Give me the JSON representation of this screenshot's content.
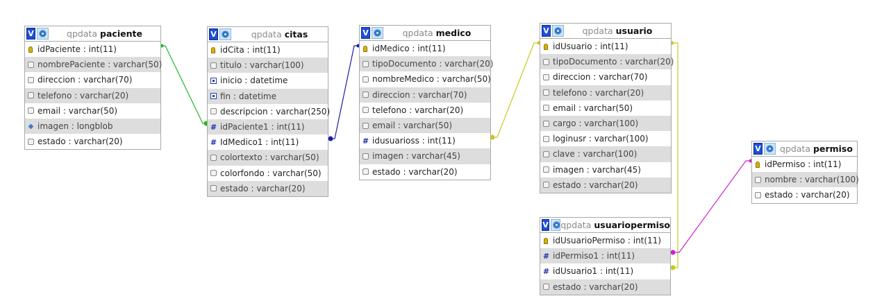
{
  "colors": {
    "link_green": "#22bb22",
    "link_navy": "#1a1aa8",
    "link_yellow": "#c8c820",
    "link_magenta": "#cc22cc",
    "button_v": "#1d4ed8",
    "alt_row": "#dddddd"
  },
  "tables": {
    "paciente": {
      "db": "qpdata",
      "name": "paciente",
      "columns": [
        {
          "text": "idPaciente : int(11)",
          "icon": "primary-key-icon"
        },
        {
          "text": "nombrePaciente : varchar(50)",
          "icon": "column-icon"
        },
        {
          "text": "direccion : varchar(70)",
          "icon": "column-icon"
        },
        {
          "text": "telefono : varchar(20)",
          "icon": "column-icon"
        },
        {
          "text": "email : varchar(50)",
          "icon": "column-icon"
        },
        {
          "text": "imagen : longblob",
          "icon": "blob-icon"
        },
        {
          "text": "estado : varchar(20)",
          "icon": "column-icon"
        }
      ]
    },
    "citas": {
      "db": "qpdata",
      "name": "citas",
      "columns": [
        {
          "text": "idCita : int(11)",
          "icon": "primary-key-icon"
        },
        {
          "text": "titulo : varchar(100)",
          "icon": "column-icon"
        },
        {
          "text": "inicio : datetime",
          "icon": "datetime-icon"
        },
        {
          "text": "fin : datetime",
          "icon": "datetime-icon"
        },
        {
          "text": "descripcion : varchar(250)",
          "icon": "column-icon"
        },
        {
          "text": "idPaciente1 : int(11)",
          "icon": "foreign-key-icon"
        },
        {
          "text": "IdMedico1 : int(11)",
          "icon": "foreign-key-icon"
        },
        {
          "text": "colortexto : varchar(50)",
          "icon": "column-icon"
        },
        {
          "text": "colorfondo : varchar(50)",
          "icon": "column-icon"
        },
        {
          "text": "estado : varchar(20)",
          "icon": "column-icon"
        }
      ]
    },
    "medico": {
      "db": "qpdata",
      "name": "medico",
      "columns": [
        {
          "text": "idMedico : int(11)",
          "icon": "primary-key-icon"
        },
        {
          "text": "tipoDocumento : varchar(20)",
          "icon": "column-icon"
        },
        {
          "text": "nombreMedico : varchar(50)",
          "icon": "column-icon"
        },
        {
          "text": "direccion : varchar(70)",
          "icon": "column-icon"
        },
        {
          "text": "telefono : varchar(20)",
          "icon": "column-icon"
        },
        {
          "text": "email : varchar(50)",
          "icon": "column-icon"
        },
        {
          "text": "idusuarioss : int(11)",
          "icon": "foreign-key-icon"
        },
        {
          "text": "imagen : varchar(45)",
          "icon": "column-icon"
        },
        {
          "text": "estado : varchar(20)",
          "icon": "column-icon"
        }
      ]
    },
    "usuario": {
      "db": "qpdata",
      "name": "usuario",
      "columns": [
        {
          "text": "idUsuario : int(11)",
          "icon": "primary-key-icon"
        },
        {
          "text": "tipoDocumento : varchar(20)",
          "icon": "column-icon"
        },
        {
          "text": "direccion : varchar(70)",
          "icon": "column-icon"
        },
        {
          "text": "telefono : varchar(20)",
          "icon": "column-icon"
        },
        {
          "text": "email : varchar(50)",
          "icon": "column-icon"
        },
        {
          "text": "cargo : varchar(100)",
          "icon": "column-icon"
        },
        {
          "text": "loginusr : varchar(100)",
          "icon": "column-icon"
        },
        {
          "text": "clave : varchar(100)",
          "icon": "column-icon"
        },
        {
          "text": "imagen : varchar(45)",
          "icon": "column-icon"
        },
        {
          "text": "estado : varchar(20)",
          "icon": "column-icon"
        }
      ]
    },
    "usuariopermiso": {
      "db": "qpdata",
      "name": "usuariopermiso",
      "columns": [
        {
          "text": "idUsuarioPermiso : int(11)",
          "icon": "primary-key-icon"
        },
        {
          "text": "idPermiso1 : int(11)",
          "icon": "foreign-key-icon"
        },
        {
          "text": "idUsuario1 : int(11)",
          "icon": "foreign-key-icon"
        },
        {
          "text": "estado : varchar(20)",
          "icon": "column-icon"
        }
      ]
    },
    "permiso": {
      "db": "qpdata",
      "name": "permiso",
      "columns": [
        {
          "text": "idPermiso : int(11)",
          "icon": "primary-key-icon"
        },
        {
          "text": "nombre : varchar(100)",
          "icon": "column-icon"
        },
        {
          "text": "estado : varchar(20)",
          "icon": "column-icon"
        }
      ]
    }
  },
  "button_v_label": "V"
}
